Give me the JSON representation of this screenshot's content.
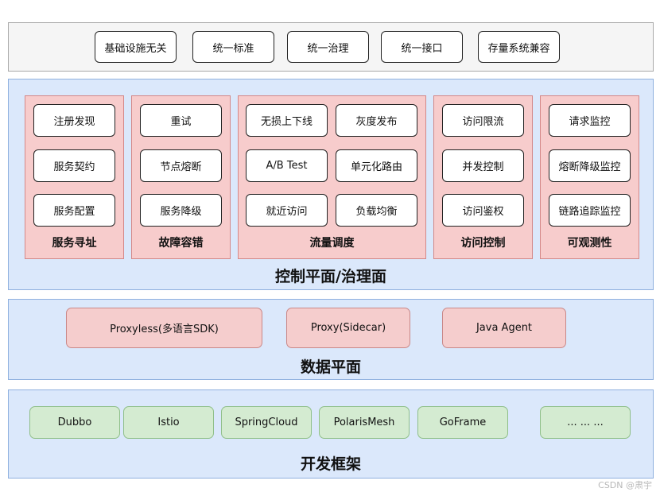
{
  "top_layer": {
    "items": [
      "基础设施无关",
      "统一标准",
      "统一治理",
      "统一接口",
      "存量系统兼容"
    ]
  },
  "control_plane": {
    "title": "控制平面/治理面",
    "groups": [
      {
        "title": "服务寻址",
        "items": [
          "注册发现",
          "服务契约",
          "服务配置"
        ]
      },
      {
        "title": "故障容错",
        "items": [
          "重试",
          "节点熔断",
          "服务降级"
        ]
      },
      {
        "title": "流量调度",
        "items": [
          "无损上下线",
          "灰度发布",
          "A/B Test",
          "单元化路由",
          "就近访问",
          "负载均衡"
        ]
      },
      {
        "title": "访问控制",
        "items": [
          "访问限流",
          "并发控制",
          "访问鉴权"
        ]
      },
      {
        "title": "可观测性",
        "items": [
          "请求监控",
          "熔断降级监控",
          "链路追踪监控"
        ]
      }
    ]
  },
  "data_plane": {
    "title": "数据平面",
    "items": [
      "Proxyless(多语言SDK)",
      "Proxy(Sidecar)",
      "Java Agent"
    ]
  },
  "dev_frameworks": {
    "title": "开发框架",
    "items": [
      "Dubbo",
      "Istio",
      "SpringCloud",
      "PolarisMesh",
      "GoFrame",
      "... ... ..."
    ]
  },
  "watermark": "CSDN @肃宇",
  "colors": {
    "top_layer_bg": "#f5f5f5",
    "layer_blue_bg": "#dbe8fb",
    "group_red_bg": "#f7cccc",
    "pill_red_bg": "#f5cdcd",
    "pill_green_bg": "#d4ebd1"
  }
}
